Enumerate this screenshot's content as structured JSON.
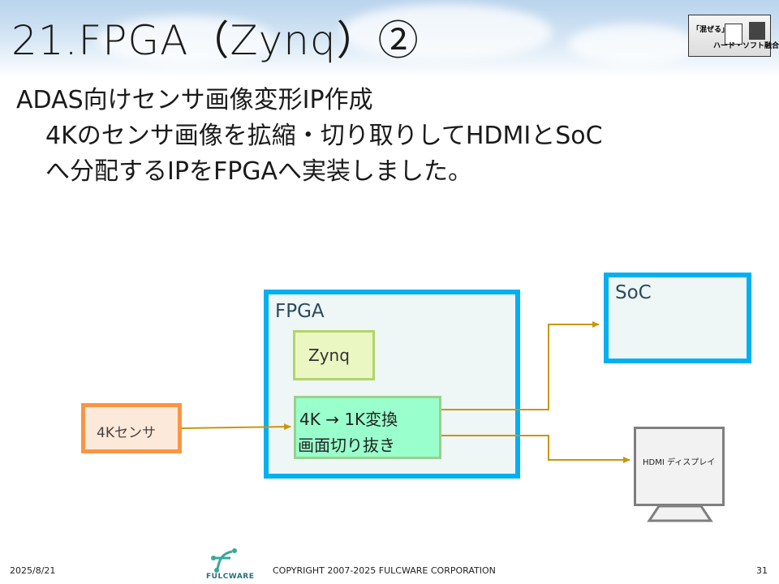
{
  "slide": {
    "title": "21.FPGA（Zynq）②",
    "subtitle": "ADAS向けセンサ画像変形IP作成",
    "description_lines": [
      "4Kのセンサ画像を拡縮・切り取りしてHDMIとSoC",
      "へ分配するIPをFPGAへ実装しました。"
    ]
  },
  "badge": {
    "line1": "「混ぜる」：",
    "line2": "ハード・ソフト融合"
  },
  "diagram": {
    "sensor_label": "4Kセンサ",
    "fpga_label": "FPGA",
    "zynq_label": "Zynq",
    "ip_line1": "4K → 1K変換",
    "ip_line2": "画面切り抜き",
    "soc_label": "SoC",
    "hdmi_label": "HDMI ディスプレイ"
  },
  "colors": {
    "sensor_border": "#f79646",
    "sensor_fill": "#fde9d9",
    "fpga_border": "#00b0f0",
    "fpga_fill": "#eef6f6",
    "zynq_border": "#b3d36b",
    "zynq_fill": "#ebf7c2",
    "ip_border": "#9bd08e",
    "ip_fill": "#99ffcc",
    "arrow": "#c9960c",
    "monitor_border": "#7f7f7f",
    "monitor_fill": "#f2f2f2"
  },
  "footer": {
    "date": "2025/8/21",
    "company_logo_text": "FULCWARE",
    "copyright": "COPYRIGHT 2007-2025 FULCWARE CORPORATION",
    "page_number": "31"
  }
}
